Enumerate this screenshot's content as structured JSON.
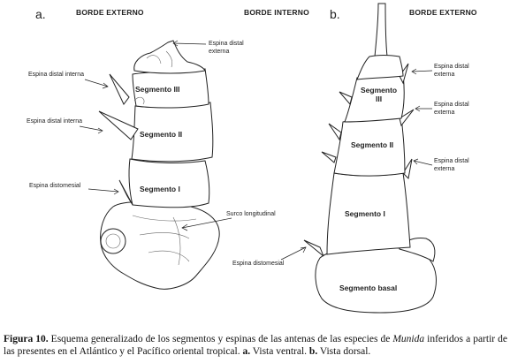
{
  "figure": {
    "panel_a": {
      "letter": "a.",
      "header_left": "BORDE EXTERNO",
      "header_right": "BORDE INTERNO",
      "segments": [
        "Segmento III",
        "Segmento II",
        "Segmento I"
      ],
      "annotations": {
        "espina_distal_externa_line1": "Espina distal",
        "espina_distal_externa_line2": "externa",
        "espina_distal_interna_1": "Espina distal interna",
        "espina_distal_interna_2": "Espina distal interna",
        "espina_distomesial": "Espina distomesial",
        "surco_longitudinal": "Surco longitudinal"
      }
    },
    "panel_b": {
      "letter": "b.",
      "header": "BORDE EXTERNO",
      "segments": {
        "s3_line1": "Segmento",
        "s3_line2": "III",
        "s2": "Segmento II",
        "s1": "Segmento I",
        "basal": "Segmento basal"
      },
      "annotations": {
        "ede1_line1": "Espina distal",
        "ede1_line2": "externa",
        "ede2_line1": "Espina distal",
        "ede2_line2": "externa",
        "ede3_line1": "Espina distal",
        "ede3_line2": "externa",
        "espina_distomesial": "Espina distomesial"
      }
    }
  },
  "caption": {
    "label": "Figura 10.",
    "text_1": " Esquema generalizado de los segmentos y espinas de las antenas de las especies de ",
    "genus": "Munida",
    "text_2": " inferidos a partir de las presentes en el Atlántico y el Pacífico oriental tropical. ",
    "a_label": "a.",
    "a_text": " Vista ventral. ",
    "b_label": "b.",
    "b_text": " Vista dorsal."
  }
}
